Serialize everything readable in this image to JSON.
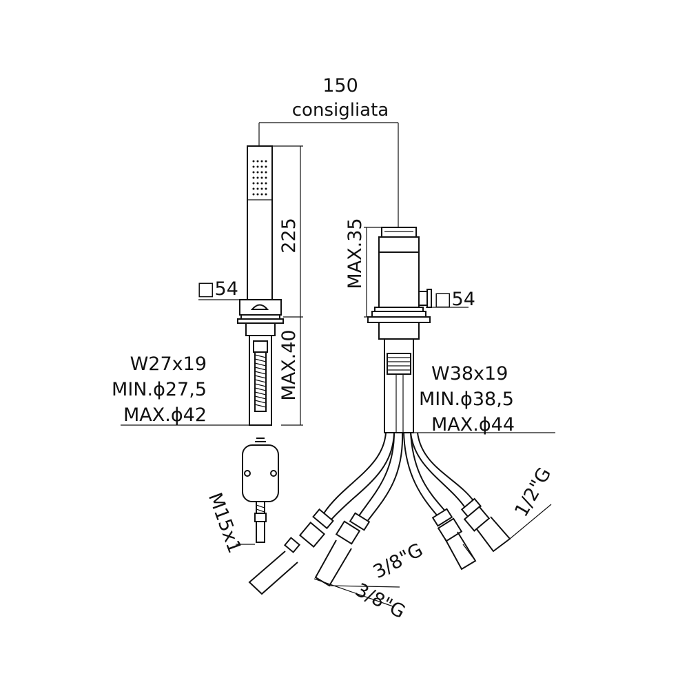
{
  "dimensions": {
    "spacing_value": "150",
    "spacing_note": "consigliata",
    "hand_shower_height": "225",
    "handle_max_height": "MAX.35",
    "deck_max_thickness": "MAX.40",
    "left_base_square": "□54",
    "right_base_square": "□54"
  },
  "left_fixing": {
    "wrench": "W27x19",
    "hole_min": "MIN.ϕ27,5",
    "hole_max": "MAX.ϕ42"
  },
  "right_fixing": {
    "wrench": "W38x19",
    "hole_min": "MIN.ϕ38,5",
    "hole_max": "MAX.ϕ44"
  },
  "connections": {
    "hose_thread": "M15x1",
    "inlet_a": "3/8\"G",
    "inlet_b": "3/8\"G",
    "outlet": "1/2\"G"
  },
  "colors": {
    "line": "#111111",
    "background": "#ffffff"
  }
}
